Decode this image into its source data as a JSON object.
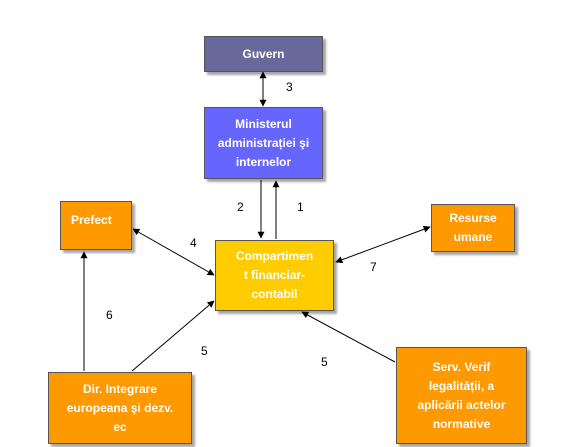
{
  "nodes": {
    "guvern": "Guvern",
    "ministerul": "Ministerul\nadministrației şi\ninternelor",
    "prefect": "Prefect",
    "resurse": "Resurse\numane",
    "compartiment": "Compartimen\nt financiar-\ncontabil",
    "dir_integrare": "Dir. Integrare\neuropeana şi dezv.\nec",
    "serv_verif": "Serv. Verif\nlegalității, a\naplicării actelor\nnormative"
  },
  "labels": {
    "l1": "1",
    "l2": "2",
    "l3": "3",
    "l4": "4",
    "l5a": "5",
    "l5b": "5",
    "l6": "6",
    "l7": "7"
  },
  "colors": {
    "guvern": "#68689a",
    "ministerul": "#6666ff",
    "orange": "#ff9900",
    "compartiment": "#ffcc00"
  }
}
